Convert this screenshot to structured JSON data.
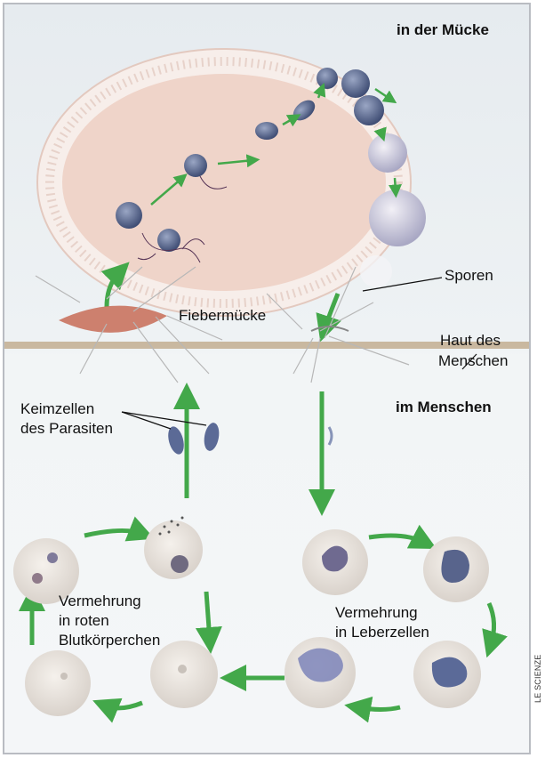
{
  "labels": {
    "in_mosquito": "in der Mücke",
    "spores": "Sporen",
    "mosquito": "Fiebermücke",
    "skin_line1": "Haut des",
    "skin_line2": "Menschen",
    "in_human": "im Menschen",
    "germ_line1": "Keimzellen",
    "germ_line2": "des Parasiten",
    "red_line1": "Vermehrung",
    "red_line2": "in roten",
    "red_line3": "Blutkörperchen",
    "liver_line1": "Vermehrung",
    "liver_line2": "in Leberzellen"
  },
  "credit": "LE SCIENZE",
  "colors": {
    "arrow": "#43a84a",
    "cyst": "#f1d9cf",
    "cell": "#e9e4e0",
    "parasite": "#5e6e92",
    "skin": "#c9b8a0"
  }
}
